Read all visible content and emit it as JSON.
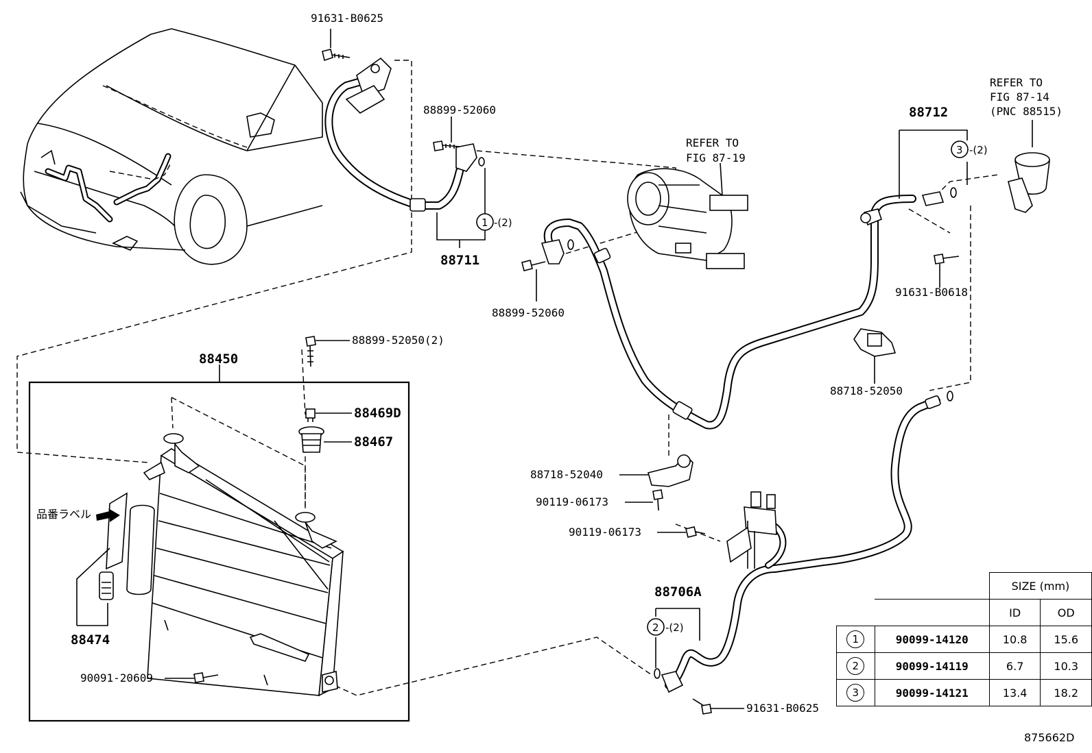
{
  "labels": {
    "bolt_top": "91631-B0625",
    "bolt_88899_top": "88899-52060",
    "o_ring_1": "1",
    "o_ring_1_qty": "-(2)",
    "hose_88711": "88711",
    "compressor_ref_line1": "REFER TO",
    "compressor_ref_line2": "FIG 87-19",
    "bolt_88899_mid": "88899-52060",
    "pipe_88712": "88712",
    "o_ring_3": "3",
    "o_ring_3_qty": "-(2)",
    "ref_right_line1": "REFER TO",
    "ref_right_line2": "FIG 87-14",
    "ref_right_line3": "(PNC 88515)",
    "bolt_b0618": "91631-B0618",
    "clamp_52050": "88718-52050",
    "bolt_52050": "88899-52050(2)",
    "condenser": "88450",
    "cap_88469": "88469D",
    "cap_88467": "88467",
    "label_hinban": "品番ラベル",
    "drier_88474": "88474",
    "bolt_20609": "90091-20609",
    "clamp_52040": "88718-52040",
    "bolt_06173_a": "90119-06173",
    "bolt_06173_b": "90119-06173",
    "pipe_88706": "88706A",
    "o_ring_2": "2",
    "o_ring_2_qty": "-(2)",
    "bolt_bottom": "91631-B0625",
    "figure_no": "875662D"
  },
  "size_table": {
    "header": "SIZE (mm)",
    "col_id": "ID",
    "col_od": "OD",
    "rows": [
      {
        "ref": "1",
        "part": "90099-14120",
        "id": "10.8",
        "od": "15.6"
      },
      {
        "ref": "2",
        "part": "90099-14119",
        "id": "6.7",
        "od": "10.3"
      },
      {
        "ref": "3",
        "part": "90099-14121",
        "id": "13.4",
        "od": "18.2"
      }
    ]
  }
}
